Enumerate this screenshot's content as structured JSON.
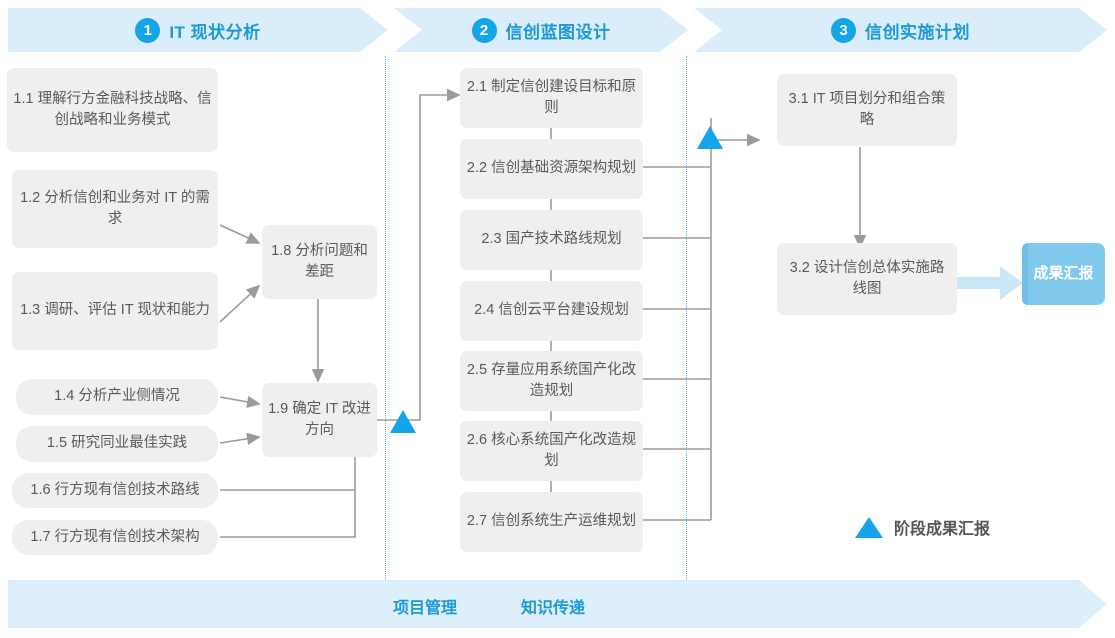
{
  "phases": [
    {
      "num": "1",
      "title": "IT 现状分析"
    },
    {
      "num": "2",
      "title": "信创蓝图设计"
    },
    {
      "num": "3",
      "title": "信创实施计划"
    }
  ],
  "stage1": {
    "inputs": [
      {
        "id": "1.1",
        "text": "1.1 理解行方金融科技战略、信创战略和业务模式"
      },
      {
        "id": "1.2",
        "text": "1.2 分析信创和业务对 IT 的需求"
      },
      {
        "id": "1.3",
        "text": "1.3 调研、评估 IT 现状和能力"
      },
      {
        "id": "1.4",
        "text": "1.4 分析产业侧情况"
      },
      {
        "id": "1.5",
        "text": "1.5 研究同业最佳实践"
      },
      {
        "id": "1.6",
        "text": "1.6 行方现有信创技术路线"
      },
      {
        "id": "1.7",
        "text": "1.7 行方现有信创技术架构"
      }
    ],
    "outputs": [
      {
        "id": "1.8",
        "text": "1.8 分析问题和差距"
      },
      {
        "id": "1.9",
        "text": "1.9 确定 IT 改进方向"
      }
    ]
  },
  "stage2": {
    "items": [
      {
        "id": "2.1",
        "text": "2.1 制定信创建设目标和原则"
      },
      {
        "id": "2.2",
        "text": "2.2 信创基础资源架构规划"
      },
      {
        "id": "2.3",
        "text": "2.3 国产技术路线规划"
      },
      {
        "id": "2.4",
        "text": "2.4 信创云平台建设规划"
      },
      {
        "id": "2.5",
        "text": "2.5 存量应用系统国产化改造规划"
      },
      {
        "id": "2.6",
        "text": "2.6 核心系统国产化改造规划"
      },
      {
        "id": "2.7",
        "text": "2.7 信创系统生产运维规划"
      }
    ]
  },
  "stage3": {
    "items": [
      {
        "id": "3.1",
        "text": "3.1 IT 项目划分和组合策略"
      },
      {
        "id": "3.2",
        "text": "3.2 设计信创总体实施路线图"
      }
    ],
    "result_badge": "成果汇报"
  },
  "legend": {
    "label": "阶段成果汇报"
  },
  "bottom": {
    "labels": [
      "项目管理",
      "知识传递"
    ]
  },
  "colors": {
    "band": "#d9edfa",
    "bottom_band": "#ddeffa",
    "accent": "#14a4e8",
    "title": "#1c9ad6",
    "box": "#efefef",
    "box_text": "#5a5a5a",
    "badge": "#80c9ec",
    "connector": "#9b9b9b",
    "dotted": "#4fb8e8"
  }
}
